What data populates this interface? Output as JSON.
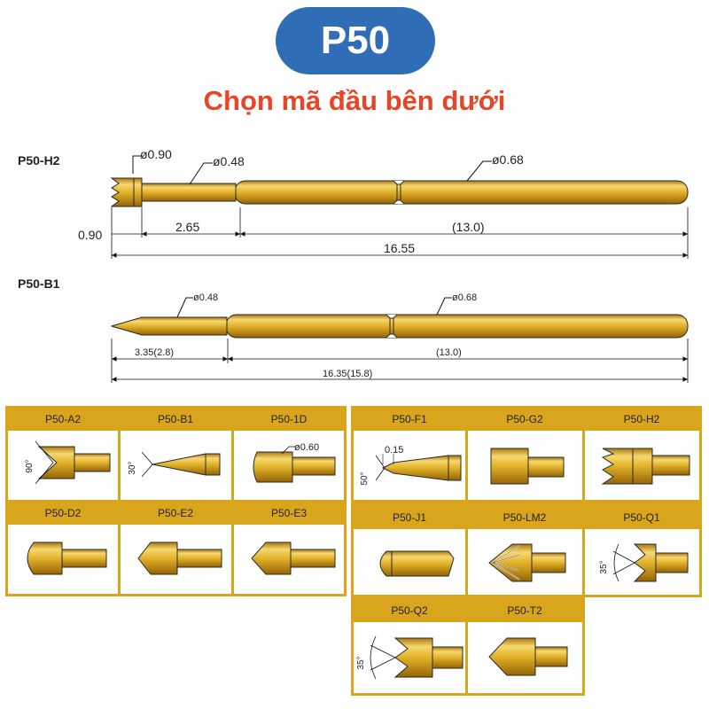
{
  "header": {
    "badge": "P50",
    "subtitle": "Chọn mã đầu bên dưới"
  },
  "colors": {
    "badge": "#2f6eb6",
    "subtitle": "#e94426",
    "gold": "#d8a81c",
    "cell_header": "#d9a51c",
    "cell_border": "#c58f12"
  },
  "probe_h2": {
    "label": "P50-H2",
    "head_dia": "ø0.90",
    "tip_dia": "ø0.48",
    "barrel_dia": "ø0.68",
    "dim_head": "0.90",
    "dim_tip": "2.65",
    "dim_barrel": "(13.0)",
    "dim_total": "16.55"
  },
  "probe_b1": {
    "label": "P50-B1",
    "tip_dia": "ø0.48",
    "barrel_dia": "ø0.68",
    "dim_tip": "3.35(2.8)",
    "dim_barrel": "(13.0)",
    "dim_total": "16.35(15.8)"
  },
  "tips_left": [
    {
      "name": "P50-A2",
      "icon": "crown-v-tip-icon",
      "angle": "90°"
    },
    {
      "name": "P50-B1",
      "icon": "spear-tip-icon",
      "angle": "30°"
    },
    {
      "name": "P50-1D",
      "icon": "round-flat-tip-icon",
      "dia": "ø0.60"
    },
    {
      "name": "P50-D2",
      "icon": "round-tip-icon"
    },
    {
      "name": "P50-E2",
      "icon": "cone-tip-icon"
    },
    {
      "name": "P50-E3",
      "icon": "cone-tip-icon"
    }
  ],
  "tips_right": [
    {
      "name": "P50-F1",
      "icon": "fine-point-tip-icon",
      "dim": "0.15",
      "angle": "50°"
    },
    {
      "name": "P50-G2",
      "icon": "flat-tip-icon"
    },
    {
      "name": "P50-H2",
      "icon": "crown-tip-icon"
    },
    {
      "name": "P50-J1",
      "icon": "rounded-tip-icon"
    },
    {
      "name": "P50-LM2",
      "icon": "multi-point-tip-icon"
    },
    {
      "name": "P50-Q1",
      "icon": "v-notch-tip-icon",
      "angle": "35°"
    },
    {
      "name": "P50-Q2",
      "icon": "v-notch-tip-icon",
      "angle": "35°"
    },
    {
      "name": "P50-T2",
      "icon": "cone-tip-icon"
    }
  ]
}
